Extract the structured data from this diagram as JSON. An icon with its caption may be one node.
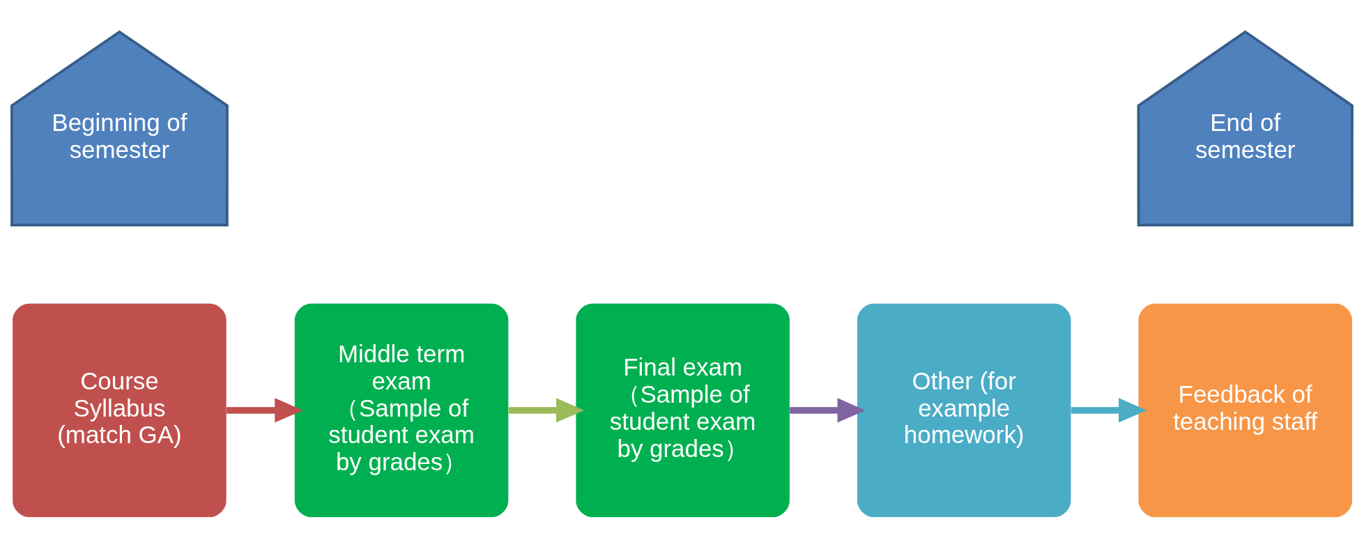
{
  "diagram": {
    "nodes": [
      {
        "text": [
          "Course Syllabus (match GA)"
        ]
      },
      {
        "text": [
          "Middle term exam",
          "（Sample of student exam by grades）"
        ]
      },
      {
        "text": [
          "Final exam",
          "（Sample of student exam by grades）"
        ]
      },
      {
        "text": [
          "Other (for example homework)"
        ]
      },
      {
        "text": [
          "Feedback of teaching staff"
        ]
      },
      {
        "text": [
          "Beginning of semester"
        ]
      },
      {
        "text": [
          "End of semester"
        ]
      }
    ],
    "edges": [
      {
        "from": 0,
        "to": 1,
        "arrow": "to",
        "color": "#c0504d"
      },
      {
        "from": 1,
        "to": 2,
        "arrow": "to",
        "color": "#9bbb59"
      },
      {
        "from": 2,
        "to": 3,
        "arrow": "to",
        "color": "#8064a2"
      },
      {
        "from": 3,
        "to": 4,
        "arrow": "to",
        "color": "#4bacc6"
      }
    ]
  }
}
